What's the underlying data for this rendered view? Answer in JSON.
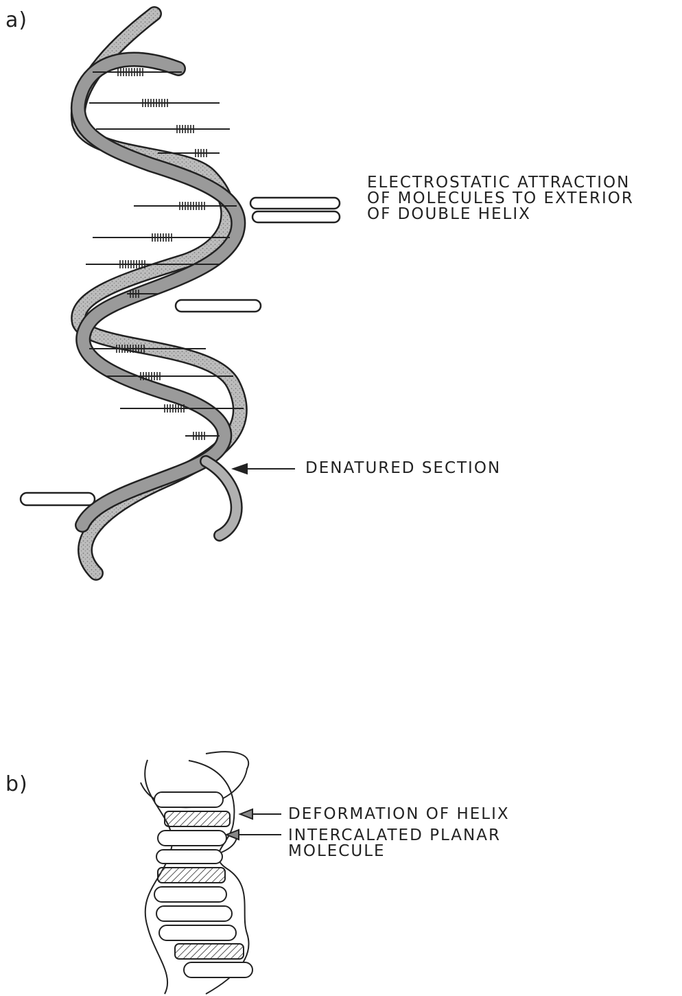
{
  "panel_a": {
    "label": "a)",
    "annotations": {
      "electrostatic": [
        "ELECTROSTATIC  ATTRACTION",
        "OF  MOLECULES  TO  EXTERIOR",
        "OF  DOUBLE  HELIX"
      ],
      "denatured": "DENATURED  SECTION"
    }
  },
  "panel_b": {
    "label": "b)",
    "annotations": {
      "deformation": "DEFORMATION  OF  HELIX",
      "intercalated": [
        "INTERCALATED  PLANAR",
        "MOLECULE"
      ]
    }
  },
  "colors": {
    "ink": "#222222",
    "strand_fill": "#b9b9b9",
    "strand_fill_dark": "#8f8f8f",
    "hatch": "#555555"
  }
}
